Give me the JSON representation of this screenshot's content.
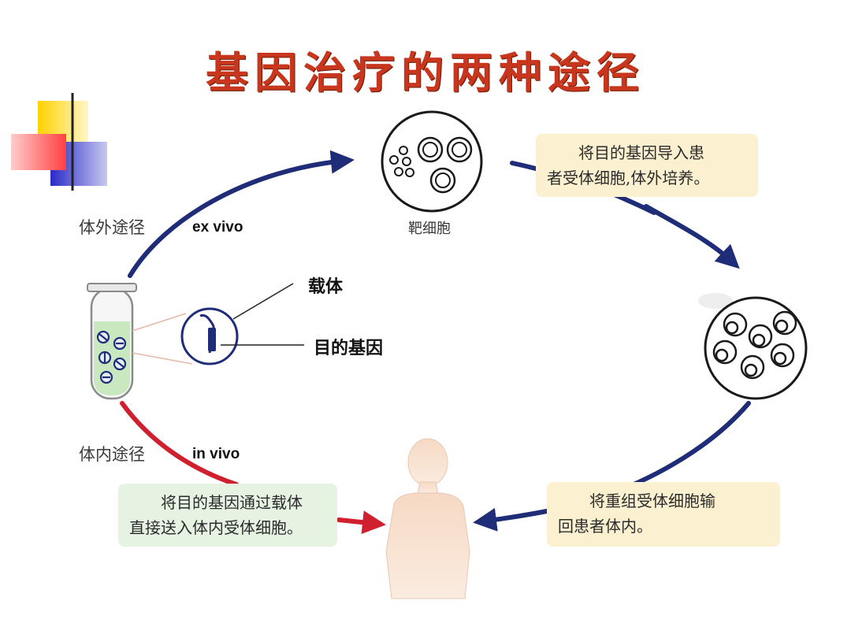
{
  "title": "基因治疗的两种途径",
  "labels": {
    "ex_vivo_cn": "体外途径",
    "ex_vivo_en": "ex vivo",
    "in_vivo_cn": "体内途径",
    "in_vivo_en": "in vivo",
    "target_cells": "靶细胞",
    "vector": "载体",
    "target_gene": "目的基因"
  },
  "boxes": {
    "transfer_ex_vivo": {
      "line1": "将目的基因导入患",
      "line2": "者受体细胞,体外培养。"
    },
    "reinfuse": {
      "line1": "将重组受体细胞输",
      "line2": "回患者体内。"
    },
    "direct_in_vivo": {
      "line1": "将目的基因通过载体",
      "line2": "直接送入体内受体细胞。"
    }
  },
  "colors": {
    "title": "#c8371d",
    "ex_vivo_arrow": "#1f2d78",
    "in_vivo_arrow": "#d01f2e",
    "box_yellow": "#fbf0cf",
    "box_green": "#e6f2e2",
    "tube_liquid": "#c9e8bf",
    "deco_yellow": "#ffd200",
    "deco_red": "#ff4b4b",
    "deco_blue": "#2b2bcc"
  },
  "icons": [
    "test-tube-icon",
    "plasmid-icon",
    "cell-dish-icon",
    "human-silhouette-icon"
  ]
}
